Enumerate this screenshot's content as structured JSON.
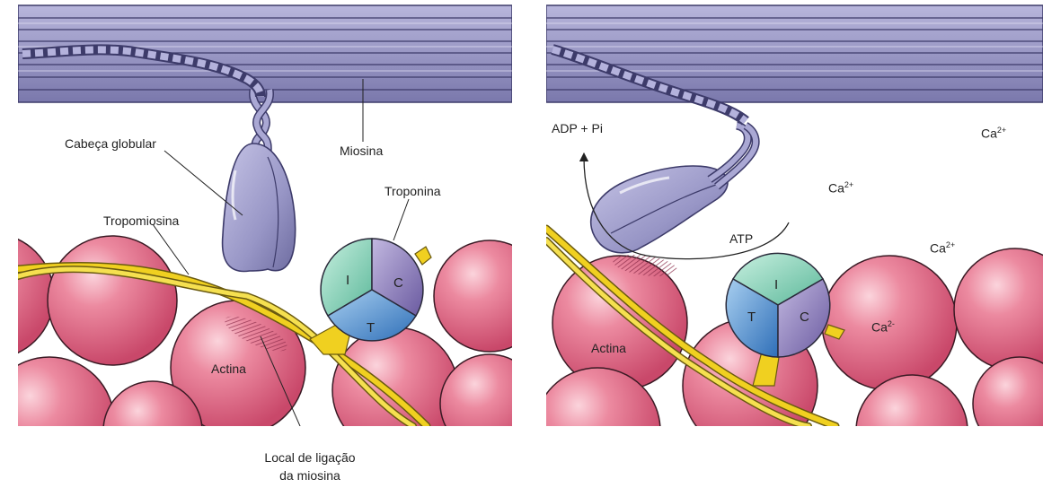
{
  "left_panel": {
    "labels": {
      "cabeca": "Cabeça globular",
      "miosina": "Miosina",
      "troponina": "Troponina",
      "tropomiosina": "Tropomiosina",
      "actina": "Actina",
      "local_line1": "Local de ligação",
      "local_line2": "da miosina"
    },
    "troponin_subunits": {
      "i": "I",
      "c": "C",
      "t": "T"
    }
  },
  "right_panel": {
    "labels": {
      "adp": "ADP + Pi",
      "atp": "ATP",
      "actina": "Actina",
      "ca_base": "Ca",
      "ca_sup": "2+",
      "ca_sup_minus": "2-"
    },
    "troponin_subunits": {
      "i": "I",
      "c": "C",
      "t": "T"
    }
  },
  "colors": {
    "myosin_filament": "#8a88b8",
    "myosin_head": "#9a98c6",
    "actin": "#e0708a",
    "tropomyosin": "#f0d020",
    "troponin_i": "#7fd0b0",
    "troponin_c": "#8a7ab8",
    "troponin_t": "#4a8ad0",
    "binding_site": "#a04060"
  }
}
